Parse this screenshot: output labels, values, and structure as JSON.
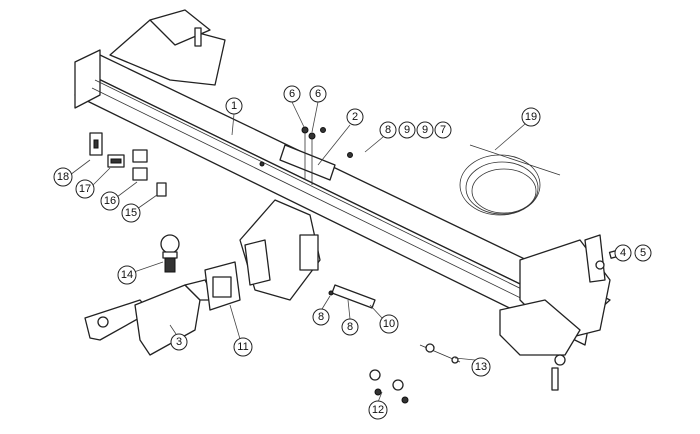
{
  "diagram": {
    "title": "Tow bar exploded parts diagram",
    "callouts": [
      "1",
      "2",
      "3",
      "4",
      "5",
      "6",
      "6",
      "7",
      "8",
      "8",
      "8",
      "9",
      "9",
      "10",
      "11",
      "12",
      "13",
      "14",
      "15",
      "16",
      "17",
      "18",
      "19"
    ]
  }
}
